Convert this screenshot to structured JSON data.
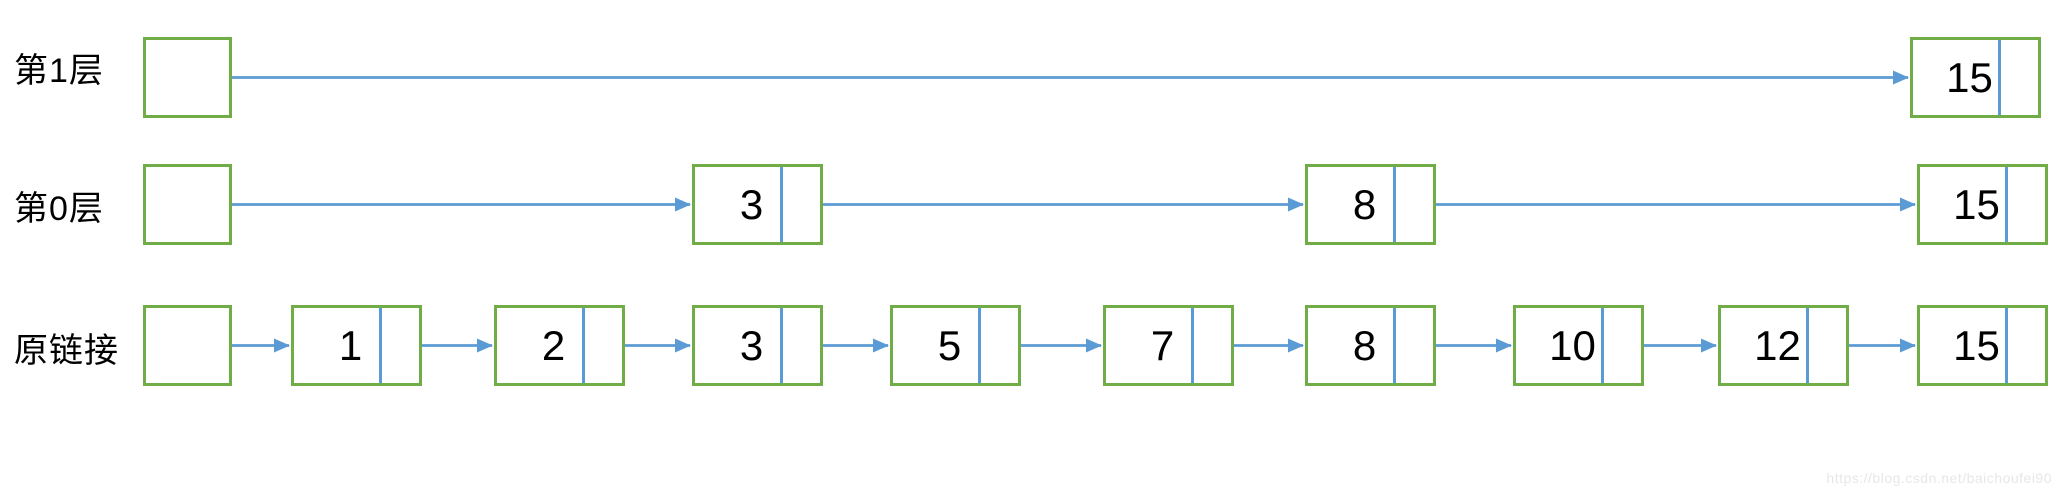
{
  "diagram": {
    "type": "skip-list",
    "rows": [
      {
        "label": "第1层",
        "nodes": [
          {
            "value": "15"
          }
        ]
      },
      {
        "label": "第0层",
        "nodes": [
          {
            "value": "3"
          },
          {
            "value": "8"
          },
          {
            "value": "15"
          }
        ]
      },
      {
        "label": "原链接",
        "nodes": [
          {
            "value": "1"
          },
          {
            "value": "2"
          },
          {
            "value": "3"
          },
          {
            "value": "5"
          },
          {
            "value": "7"
          },
          {
            "value": "8"
          },
          {
            "value": "10"
          },
          {
            "value": "12"
          },
          {
            "value": "15"
          }
        ]
      }
    ],
    "colors": {
      "box_border": "#70AD47",
      "link_blue": "#5B9BD5",
      "text": "#000000",
      "watermark": "#e7e7e7"
    }
  },
  "watermark": {
    "text": "https://blog.csdn.net/baichoufei90"
  }
}
